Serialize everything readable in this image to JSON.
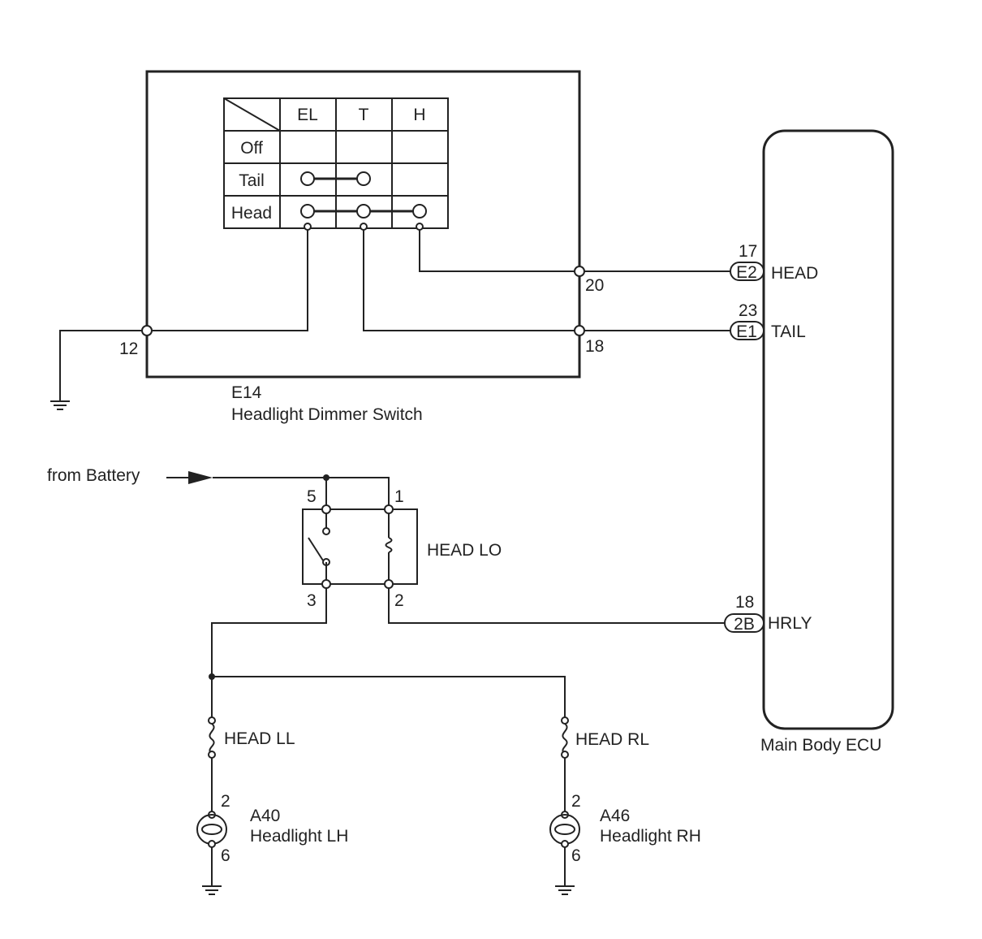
{
  "dimmer_switch": {
    "code": "E14",
    "name": "Headlight Dimmer Switch",
    "table": {
      "columns": [
        "EL",
        "T",
        "H"
      ],
      "rows": [
        "Off",
        "Tail",
        "Head"
      ]
    },
    "pins": {
      "ground": "12",
      "head": "20",
      "tail": "18"
    }
  },
  "ecu": {
    "name": "Main Body ECU",
    "connectors": [
      {
        "pin": "17",
        "connector": "E2",
        "signal": "HEAD"
      },
      {
        "pin": "23",
        "connector": "E1",
        "signal": "TAIL"
      },
      {
        "pin": "18",
        "connector": "2B",
        "signal": "HRLY"
      }
    ]
  },
  "battery_label": "from Battery",
  "relay": {
    "name": "HEAD LO",
    "pins": {
      "top_left": "5",
      "top_right": "1",
      "bottom_left": "3",
      "bottom_right": "2"
    }
  },
  "fuses": [
    {
      "name": "HEAD LL"
    },
    {
      "name": "HEAD RL"
    }
  ],
  "headlights": [
    {
      "code": "A40",
      "name": "Headlight LH",
      "pin_top": "2",
      "pin_bottom": "6"
    },
    {
      "code": "A46",
      "name": "Headlight RH",
      "pin_top": "2",
      "pin_bottom": "6"
    }
  ]
}
